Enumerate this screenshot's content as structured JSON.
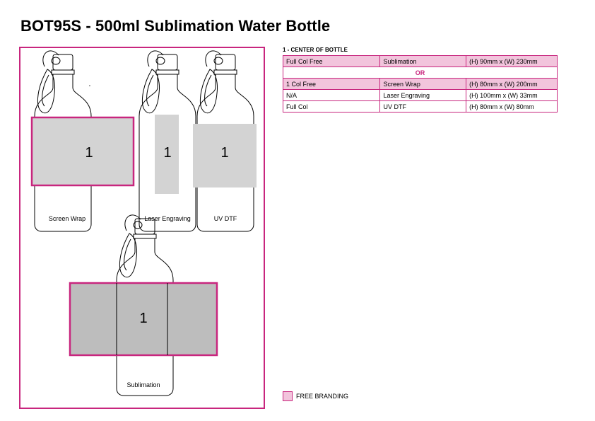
{
  "title": "BOT95S - 500ml Sublimation Water Bottle",
  "views": [
    {
      "caption": "Screen Wrap",
      "area_label": "1"
    },
    {
      "caption": "Laser Engraving",
      "area_label": "1"
    },
    {
      "caption": "UV DTF",
      "area_label": "1"
    },
    {
      "caption": "Sublimation",
      "area_label": "1"
    }
  ],
  "position": {
    "heading": "1 - CENTER OF BOTTLE",
    "or_label": "OR",
    "rows": [
      {
        "colour": "Full Col Free",
        "method": "Sublimation",
        "size": "(H) 90mm x (W) 230mm",
        "free": true
      },
      {
        "colour": "1 Col Free",
        "method": "Screen Wrap",
        "size": "(H) 80mm x (W) 200mm",
        "free": true
      },
      {
        "colour": "N/A",
        "method": "Laser Engraving",
        "size": "(H) 100mm x (W) 33mm",
        "free": false
      },
      {
        "colour": "Full Col",
        "method": "UV DTF",
        "size": "(H) 80mm x (W) 80mm",
        "free": false
      }
    ]
  },
  "legend": {
    "label": "FREE BRANDING"
  },
  "colors": {
    "accent": "#c8267e",
    "free_fill": "#f2c4dc",
    "print_area": "#d3d3d3"
  }
}
